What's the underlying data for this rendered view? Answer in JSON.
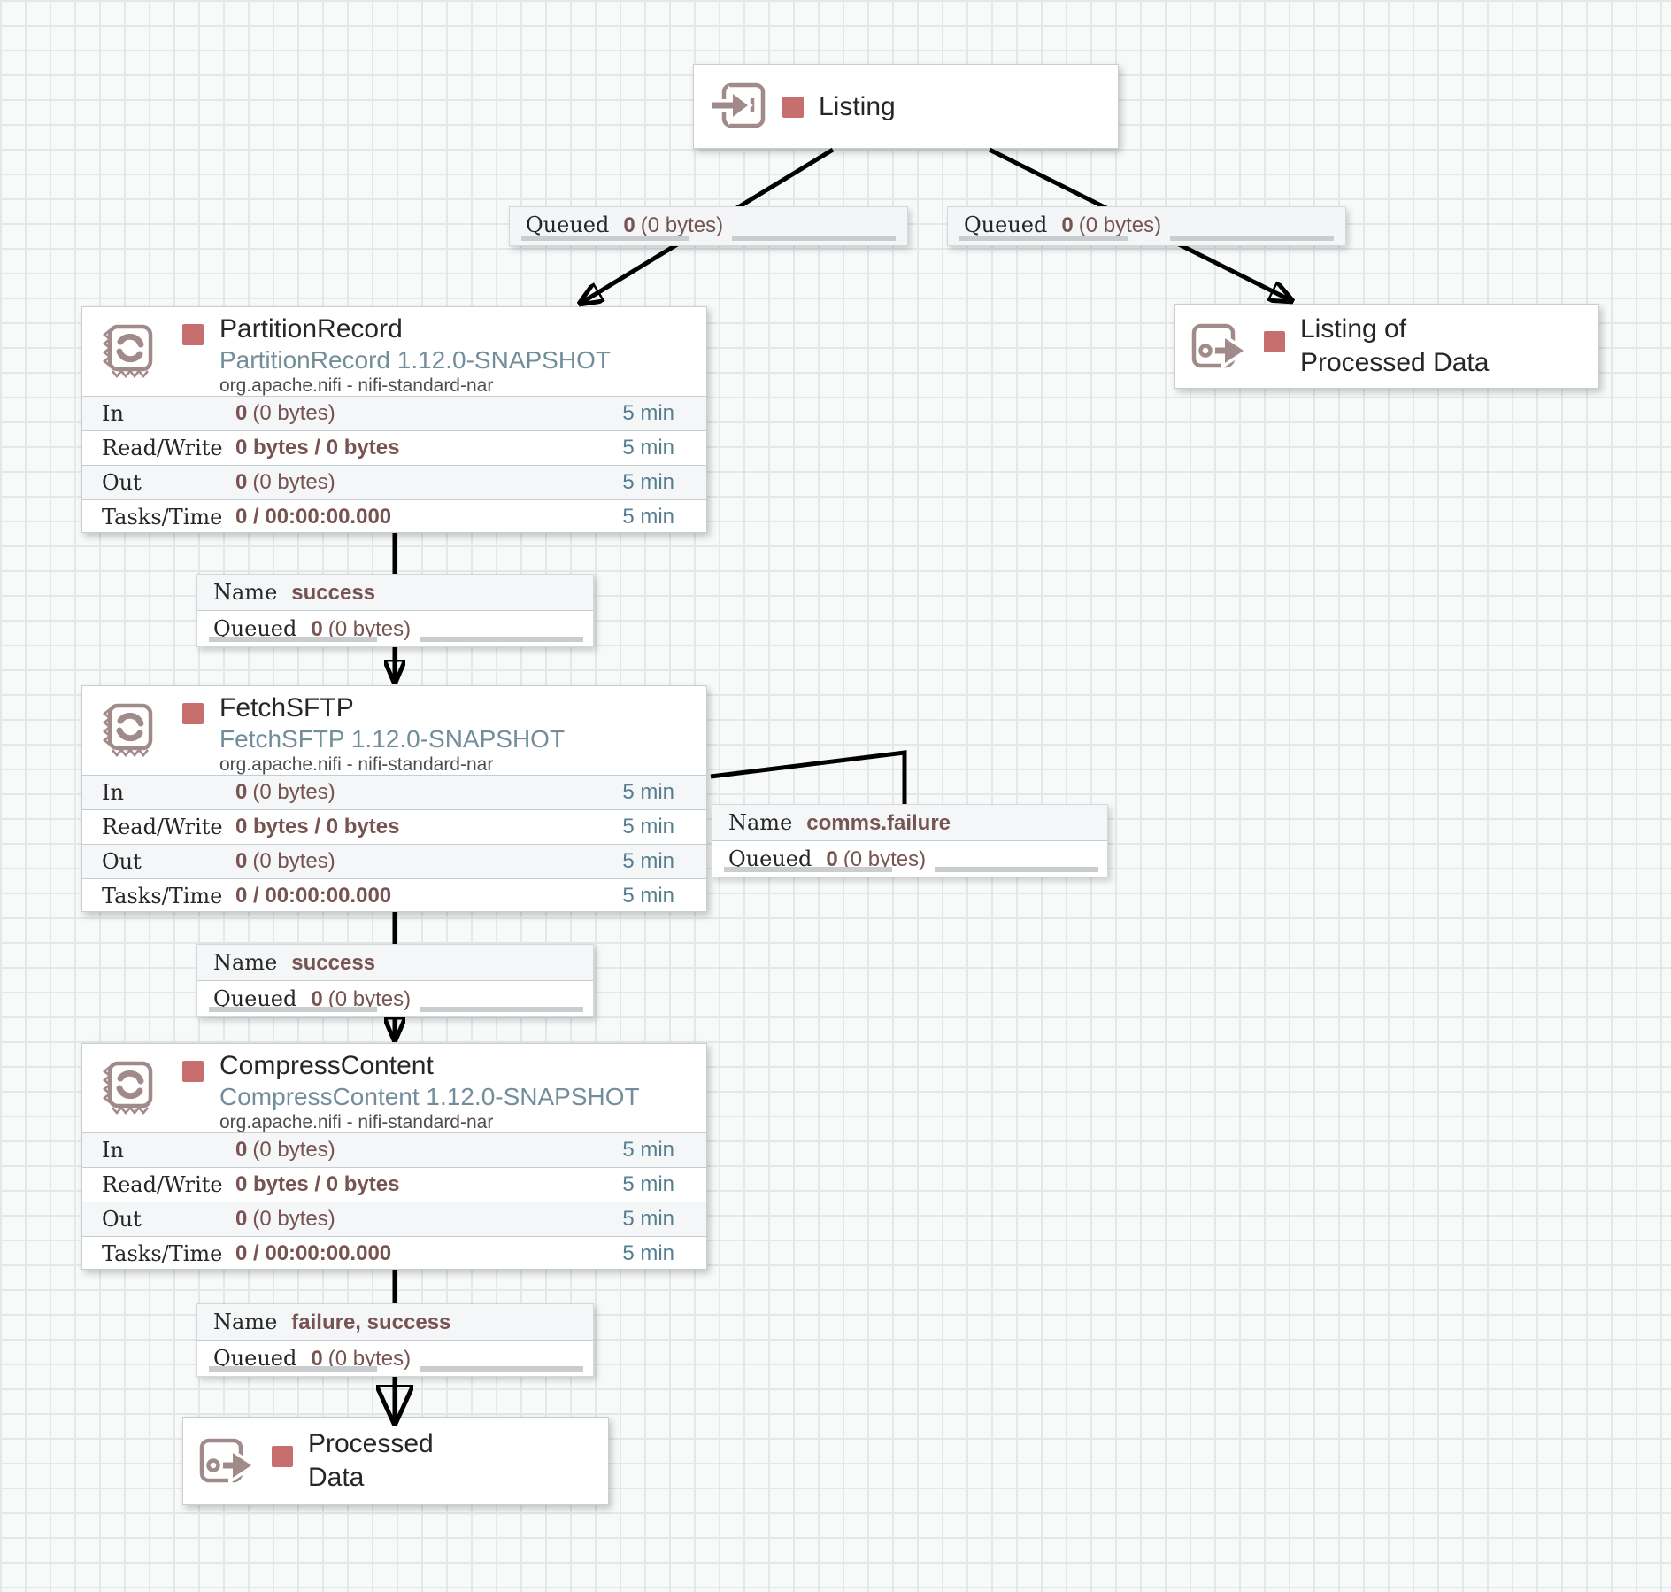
{
  "ports": {
    "listing": {
      "title": "Listing"
    },
    "listing_of_processed_data": {
      "title_line1": "Listing of",
      "title_line2": "Processed Data"
    },
    "processed_data": {
      "title_line1": "Processed",
      "title_line2": "Data"
    }
  },
  "processors": {
    "partition_record": {
      "title": "PartitionRecord",
      "type": "PartitionRecord 1.12.0-SNAPSHOT",
      "bundle": "org.apache.nifi - nifi-standard-nar",
      "rows": [
        {
          "label": "In",
          "v1": "0",
          "v2": "(0 bytes)",
          "time": "5 min"
        },
        {
          "label": "Read/Write",
          "v1": "0 bytes / 0 bytes",
          "v2": "",
          "time": "5 min"
        },
        {
          "label": "Out",
          "v1": "0",
          "v2": "(0 bytes)",
          "time": "5 min"
        },
        {
          "label": "Tasks/Time",
          "v1": "0 / 00:00:00.000",
          "v2": "",
          "time": "5 min"
        }
      ]
    },
    "fetch_sftp": {
      "title": "FetchSFTP",
      "type": "FetchSFTP 1.12.0-SNAPSHOT",
      "bundle": "org.apache.nifi - nifi-standard-nar",
      "rows": [
        {
          "label": "In",
          "v1": "0",
          "v2": "(0 bytes)",
          "time": "5 min"
        },
        {
          "label": "Read/Write",
          "v1": "0 bytes / 0 bytes",
          "v2": "",
          "time": "5 min"
        },
        {
          "label": "Out",
          "v1": "0",
          "v2": "(0 bytes)",
          "time": "5 min"
        },
        {
          "label": "Tasks/Time",
          "v1": "0 / 00:00:00.000",
          "v2": "",
          "time": "5 min"
        }
      ]
    },
    "compress_content": {
      "title": "CompressContent",
      "type": "CompressContent 1.12.0-SNAPSHOT",
      "bundle": "org.apache.nifi - nifi-standard-nar",
      "rows": [
        {
          "label": "In",
          "v1": "0",
          "v2": "(0 bytes)",
          "time": "5 min"
        },
        {
          "label": "Read/Write",
          "v1": "0 bytes / 0 bytes",
          "v2": "",
          "time": "5 min"
        },
        {
          "label": "Out",
          "v1": "0",
          "v2": "(0 bytes)",
          "time": "5 min"
        },
        {
          "label": "Tasks/Time",
          "v1": "0 / 00:00:00.000",
          "v2": "",
          "time": "5 min"
        }
      ]
    }
  },
  "connections": {
    "queued_a": {
      "queued": "Queued",
      "count": "0",
      "size": "(0 bytes)"
    },
    "queued_b": {
      "queued": "Queued",
      "count": "0",
      "size": "(0 bytes)"
    },
    "success_1": {
      "name_label": "Name",
      "name": "success",
      "queued": "Queued",
      "count": "0",
      "size": "(0 bytes)"
    },
    "comms_failure": {
      "name_label": "Name",
      "name": "comms.failure",
      "queued": "Queued",
      "count": "0",
      "size": "(0 bytes)"
    },
    "success_2": {
      "name_label": "Name",
      "name": "success",
      "queued": "Queued",
      "count": "0",
      "size": "(0 bytes)"
    },
    "failure_success": {
      "name_label": "Name",
      "name": "failure, success",
      "queued": "Queued",
      "count": "0",
      "size": "(0 bytes)"
    }
  },
  "colors": {
    "state_stopped": "#c76f6f",
    "icon_stroke": "#a18a8a",
    "stat_value": "#775351",
    "stat_time": "#567e91",
    "type_text": "#728e9b",
    "wire": "#000000"
  }
}
